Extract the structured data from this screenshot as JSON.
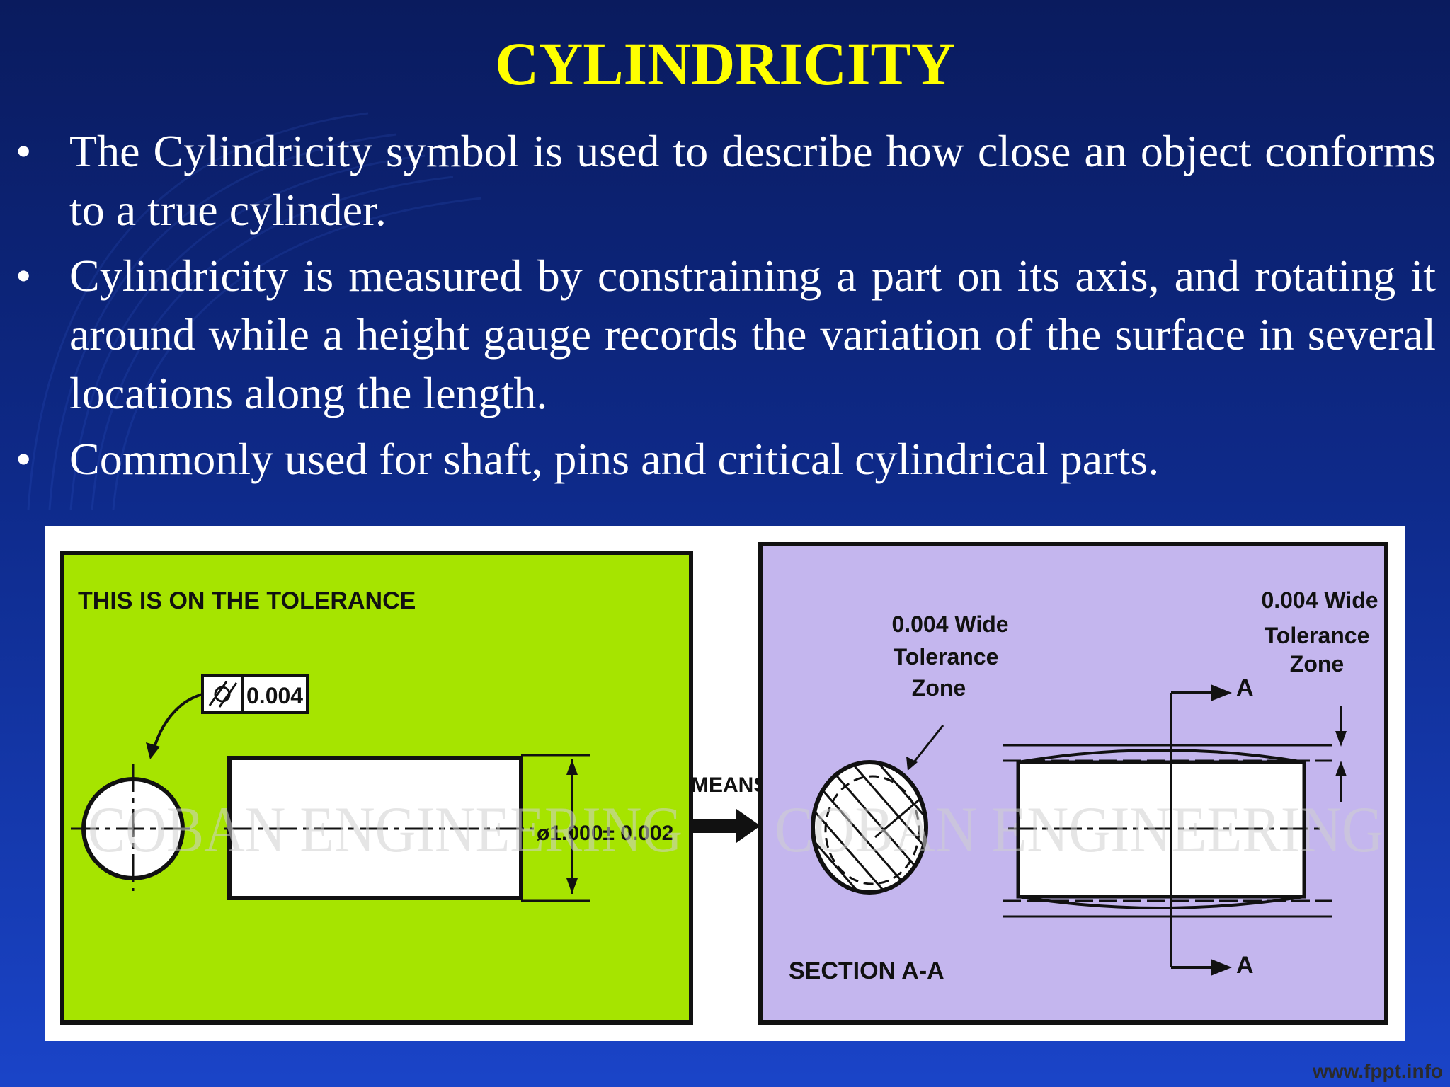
{
  "slide": {
    "title": "CYLINDRICITY",
    "bullet_char": "•",
    "bullets": [
      "The Cylindricity symbol is used to describe how close an object conforms to a true cylinder.",
      "Cylindricity is measured by constraining a part on its axis, and rotating it around while a height gauge records the variation of the surface in several locations along the length.",
      "Commonly used for shaft, pins and critical cylindrical parts."
    ],
    "footer": "www.fppt.info"
  },
  "figure": {
    "left_panel": {
      "caption": "THIS IS ON THE TOLERANCE",
      "tolerance_value": "0.004",
      "dimension": "ø1.000± 0.002",
      "background": "#a6e400"
    },
    "connector_label": "MEANS",
    "right_panel": {
      "zone_label_1": [
        "0.004 Wide",
        "Tolerance",
        "Zone"
      ],
      "zone_label_2": [
        "0.004 Wide",
        "Tolerance",
        "Zone"
      ],
      "section_label": "SECTION A-A",
      "section_marker": "A",
      "background": "#c4b6ee"
    },
    "watermark": "COBAN ENGINEERING"
  },
  "colors": {
    "title": "#ffff00",
    "text": "#ffffff",
    "background_top": "#0a1b5e",
    "background_bottom": "#1a44c8"
  }
}
